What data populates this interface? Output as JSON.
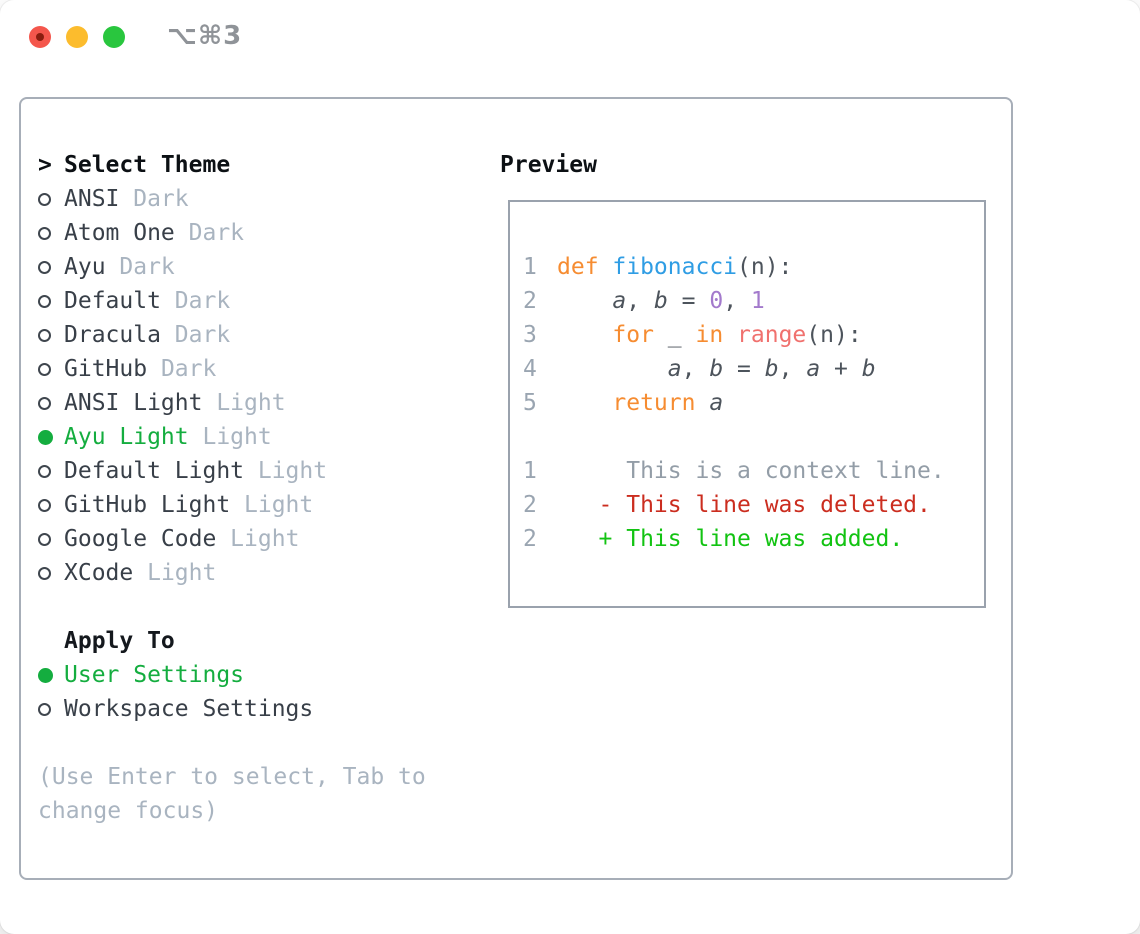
{
  "titlebar": {
    "shortcut": "⌥⌘3",
    "buttons": [
      "close",
      "minimize",
      "zoom"
    ]
  },
  "select_theme": {
    "marker": ">",
    "title": "Select Theme",
    "items": [
      {
        "name": "ANSI",
        "tag": "Dark",
        "selected": false
      },
      {
        "name": "Atom One",
        "tag": "Dark",
        "selected": false
      },
      {
        "name": "Ayu",
        "tag": "Dark",
        "selected": false
      },
      {
        "name": "Default",
        "tag": "Dark",
        "selected": false
      },
      {
        "name": "Dracula",
        "tag": "Dark",
        "selected": false
      },
      {
        "name": "GitHub",
        "tag": "Dark",
        "selected": false
      },
      {
        "name": "ANSI Light",
        "tag": "Light",
        "selected": false
      },
      {
        "name": "Ayu Light",
        "tag": "Light",
        "selected": true
      },
      {
        "name": "Default Light",
        "tag": "Light",
        "selected": false
      },
      {
        "name": "GitHub Light",
        "tag": "Light",
        "selected": false
      },
      {
        "name": "Google Code",
        "tag": "Light",
        "selected": false
      },
      {
        "name": "XCode",
        "tag": "Light",
        "selected": false
      }
    ]
  },
  "apply_to": {
    "title": "Apply To",
    "options": [
      {
        "label": "User Settings",
        "selected": true
      },
      {
        "label": "Workspace Settings",
        "selected": false
      }
    ]
  },
  "footer": {
    "hints": [
      "(Use Enter to select, Tab to",
      "change focus)"
    ]
  },
  "preview": {
    "label": "Preview",
    "lines": [
      {
        "num": "1",
        "name": "code-line",
        "tokens": [
          [
            "kw",
            "def "
          ],
          [
            "fn",
            "fibonacci"
          ],
          [
            "tx",
            "(n):"
          ]
        ]
      },
      {
        "num": "2",
        "name": "code-line",
        "tokens": [
          [
            "tx",
            "    "
          ],
          [
            "var",
            "a"
          ],
          [
            "tx",
            ", "
          ],
          [
            "var",
            "b"
          ],
          [
            "tx",
            " = "
          ],
          [
            "num",
            "0"
          ],
          [
            "tx",
            ", "
          ],
          [
            "num",
            "1"
          ]
        ]
      },
      {
        "num": "3",
        "name": "code-line",
        "tokens": [
          [
            "tx",
            "    "
          ],
          [
            "kw",
            "for"
          ],
          [
            "tx",
            " _ "
          ],
          [
            "kw",
            "in"
          ],
          [
            "tx",
            " "
          ],
          [
            "call",
            "range"
          ],
          [
            "tx",
            "(n):"
          ]
        ]
      },
      {
        "num": "4",
        "name": "code-line",
        "tokens": [
          [
            "tx",
            "        "
          ],
          [
            "var",
            "a"
          ],
          [
            "tx",
            ", "
          ],
          [
            "var",
            "b"
          ],
          [
            "tx",
            " = "
          ],
          [
            "var",
            "b"
          ],
          [
            "tx",
            ", "
          ],
          [
            "var",
            "a"
          ],
          [
            "tx",
            " + "
          ],
          [
            "var",
            "b"
          ]
        ]
      },
      {
        "num": "5",
        "name": "code-line",
        "tokens": [
          [
            "tx",
            "    "
          ],
          [
            "kw",
            "return "
          ],
          [
            "var",
            "a"
          ]
        ]
      },
      {
        "num": "",
        "name": "blank-line",
        "tokens": []
      },
      {
        "num": "1",
        "name": "diff-context-line",
        "tokens": [
          [
            "ctx",
            "     This is a context line."
          ]
        ]
      },
      {
        "num": "2",
        "name": "diff-deleted-line",
        "tokens": [
          [
            "del",
            "   - This line was deleted."
          ]
        ]
      },
      {
        "num": "2",
        "name": "diff-added-line",
        "tokens": [
          [
            "add",
            "   + This line was added."
          ]
        ]
      }
    ]
  },
  "colors": {
    "accent-green": "#14ad3f",
    "kw": "#f68c31",
    "fn": "#2f9de4",
    "num": "#a37acc",
    "call": "#f0716e",
    "code-text": "#4d545c",
    "ctx": "#939da7",
    "del": "#cb2d1f",
    "add": "#12c312",
    "ln": "#9aa5b1",
    "item-text": "#383f48",
    "tag-text": "#a9b4c0",
    "hint-text": "#a9b4c0",
    "border": "#a7aeb8",
    "traffic-red": "#f4564c",
    "traffic-red-dot": "#8a1d0f",
    "traffic-yellow": "#fcbc2d",
    "traffic-green": "#29c63e",
    "shortcut-gray": "#8f9398"
  }
}
